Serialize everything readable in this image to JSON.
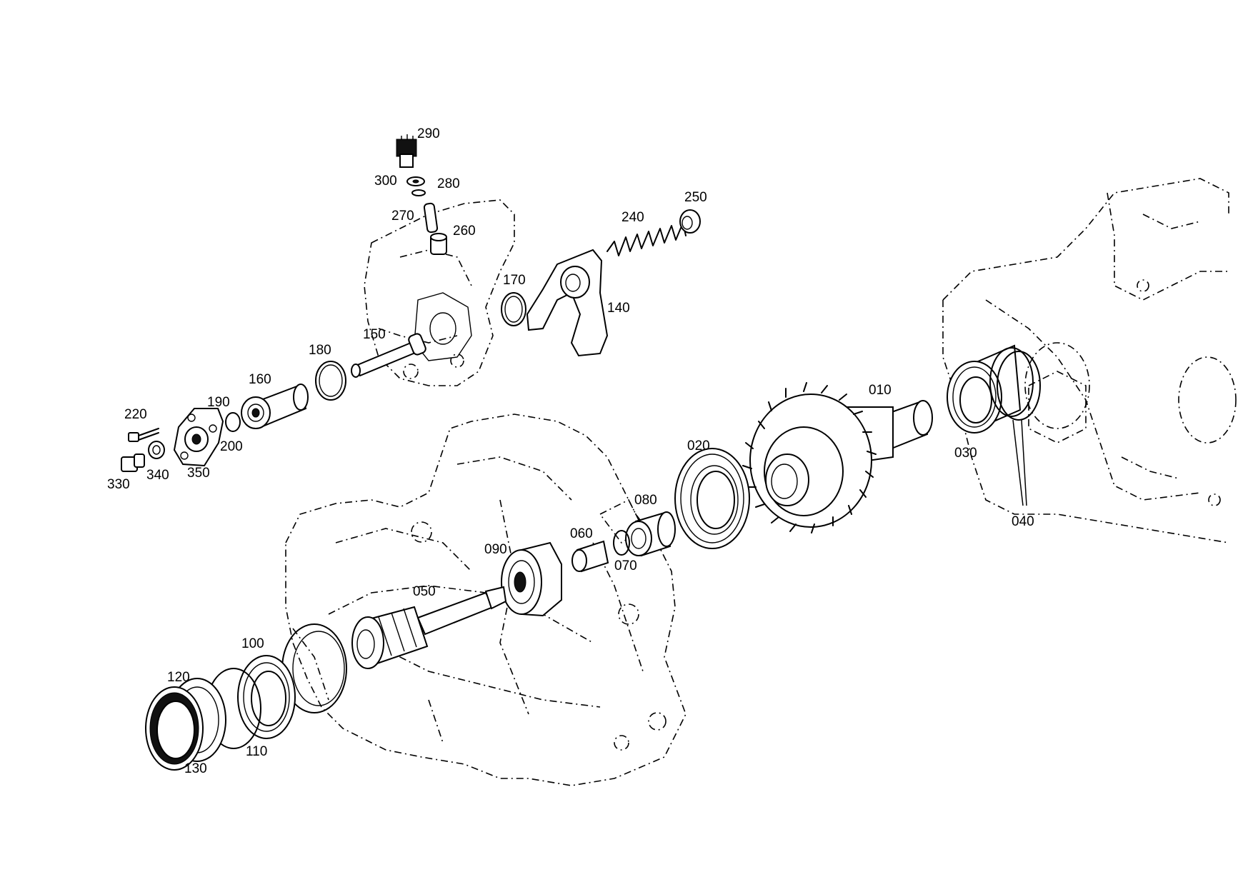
{
  "diagram": {
    "part_numbers": {
      "p010": "010",
      "p020": "020",
      "p030": "030",
      "p040": "040",
      "p050": "050",
      "p060": "060",
      "p070": "070",
      "p080": "080",
      "p090": "090",
      "p100": "100",
      "p110": "110",
      "p120": "120",
      "p130": "130",
      "p140": "140",
      "p150": "150",
      "p160": "160",
      "p170": "170",
      "p180": "180",
      "p190": "190",
      "p200": "200",
      "p220": "220",
      "p240": "240",
      "p250": "250",
      "p260": "260",
      "p270": "270",
      "p280": "280",
      "p290": "290",
      "p300": "300",
      "p330": "330",
      "p340": "340",
      "p350": "350"
    }
  }
}
